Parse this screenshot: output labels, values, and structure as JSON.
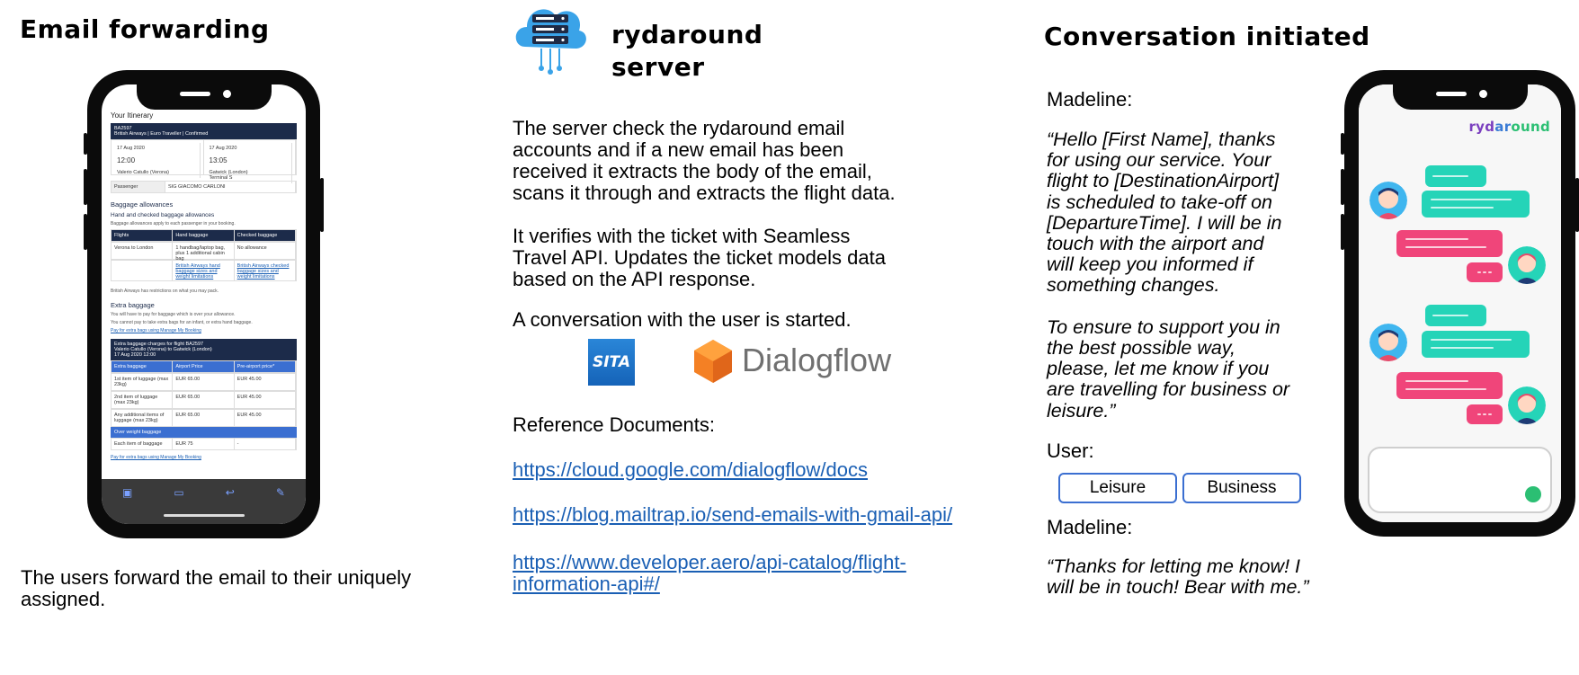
{
  "left": {
    "heading": "Email forwarding",
    "description": "The users forward the email to their uniquely\nassigned.",
    "phone_screen": {
      "title": "Your Itinerary",
      "flight_bar": "BA2597\nBritish Airways | Euro Traveller | Confirmed",
      "dep_date": "17 Aug 2020",
      "dep_time": "12:00",
      "dep_place": "Valerio Catullo (Verona)",
      "arr_date": "17 Aug 2020",
      "arr_time": "13:05",
      "arr_place": "Gatwick (London)\nTerminal S",
      "passenger_label": "Passenger",
      "passenger_name": "SIG GIACOMO CARLONI",
      "baggage_heading": "Baggage allowances",
      "hand_checked_heading": "Hand and checked baggage allowances",
      "hand_checked_note": "Baggage allowances apply to each passenger in your booking.",
      "tbl_flights": "Flights",
      "tbl_hand": "Hand baggage",
      "tbl_checked": "Checked baggage",
      "route": "Verona to London",
      "hand_value": "1 handbag/laptop bag, plus 1 additional cabin bag",
      "checked_value": "No allowance",
      "link1": "British Airways hand baggage sizes and weight limitations",
      "link2": "British Airways checked baggage sizes and weight limitations",
      "restrictions": "British Airways has restrictions on what you may pack.",
      "extra_heading": "Extra baggage",
      "extra_note1": "You will have to pay for baggage which is over your allowance.",
      "extra_note2": "You cannot pay to take extra bags for an infant, or extra hand baggage.",
      "extra_link": "Pay for extra bags using Manage My Booking",
      "charges_bar": "Extra baggage charges for flight BA2597\nValerio Catullo (Verona) to Gatwick (London)\n17 Aug 2020 12:00",
      "ch_extra": "Extra baggage",
      "ch_airport": "Airport Price",
      "ch_pre": "Pre-airport price*",
      "r1": "1st item of luggage (max 23kg)",
      "r1a": "EUR 65.00",
      "r1b": "EUR 45.00",
      "r2": "2nd item of luggage (max 23kg)",
      "r2a": "EUR 65.00",
      "r2b": "EUR 45.00",
      "r3": "Any additional items of luggage (max 23kg)",
      "r3a": "EUR 65.00",
      "r3b": "EUR 45.00",
      "overweight": "Over weight baggage",
      "r4": "Each item of baggage",
      "r4a": "EUR 75",
      "r4b": "-",
      "bottom_link": "Pay for extra bags using Manage My Booking"
    }
  },
  "middle": {
    "heading_line1": "rydaround",
    "heading_line2": "server",
    "para1": "The server check the rydaround email\naccounts and if a new email has been\nreceived it extracts the body of the email,\nscans it through and extracts the flight data.",
    "para2": "It verifies with the ticket with Seamless\nTravel API. Updates the ticket models data\nbased on the API response.",
    "para3": "A conversation with the user is started.",
    "sita_logo": "SITA",
    "dialogflow_logo": "Dialogflow",
    "ref_heading": "Reference Documents:",
    "ref1": "https://cloud.google.com/dialogflow/docs",
    "ref2": "https://blog.mailtrap.io/send-emails-with-gmail-api/",
    "ref3": "https://www.developer.aero/api-catalog/flight-\ninformation-api#/"
  },
  "right": {
    "heading": "Conversation initiated",
    "speaker1": "Madeline:",
    "message1": "“Hello [First Name], thanks\nfor using our service. Your\nflight to [DestinationAirport]\nis scheduled to take-off on\n[DepartureTime]. I will be in\ntouch with the airport and\nwill keep you informed if\nsomething changes.\n\nTo ensure to support you in\nthe best possible way,\nplease, let me know if you\nare travelling for business or\nleisure.”",
    "speaker_user": "User:",
    "option1": "Leisure",
    "option2": "Business",
    "speaker2": "Madeline:",
    "message2": "“Thanks for letting me know! I\nwill be in touch! Bear with me.”",
    "phone_brand": [
      "ryd",
      "ar",
      "ound"
    ]
  },
  "colors": {
    "green_bubble": "#25d4b8",
    "pink_bubble": "#f0457a",
    "link": "#1a5fb4",
    "button_border": "#3b6fd1"
  }
}
